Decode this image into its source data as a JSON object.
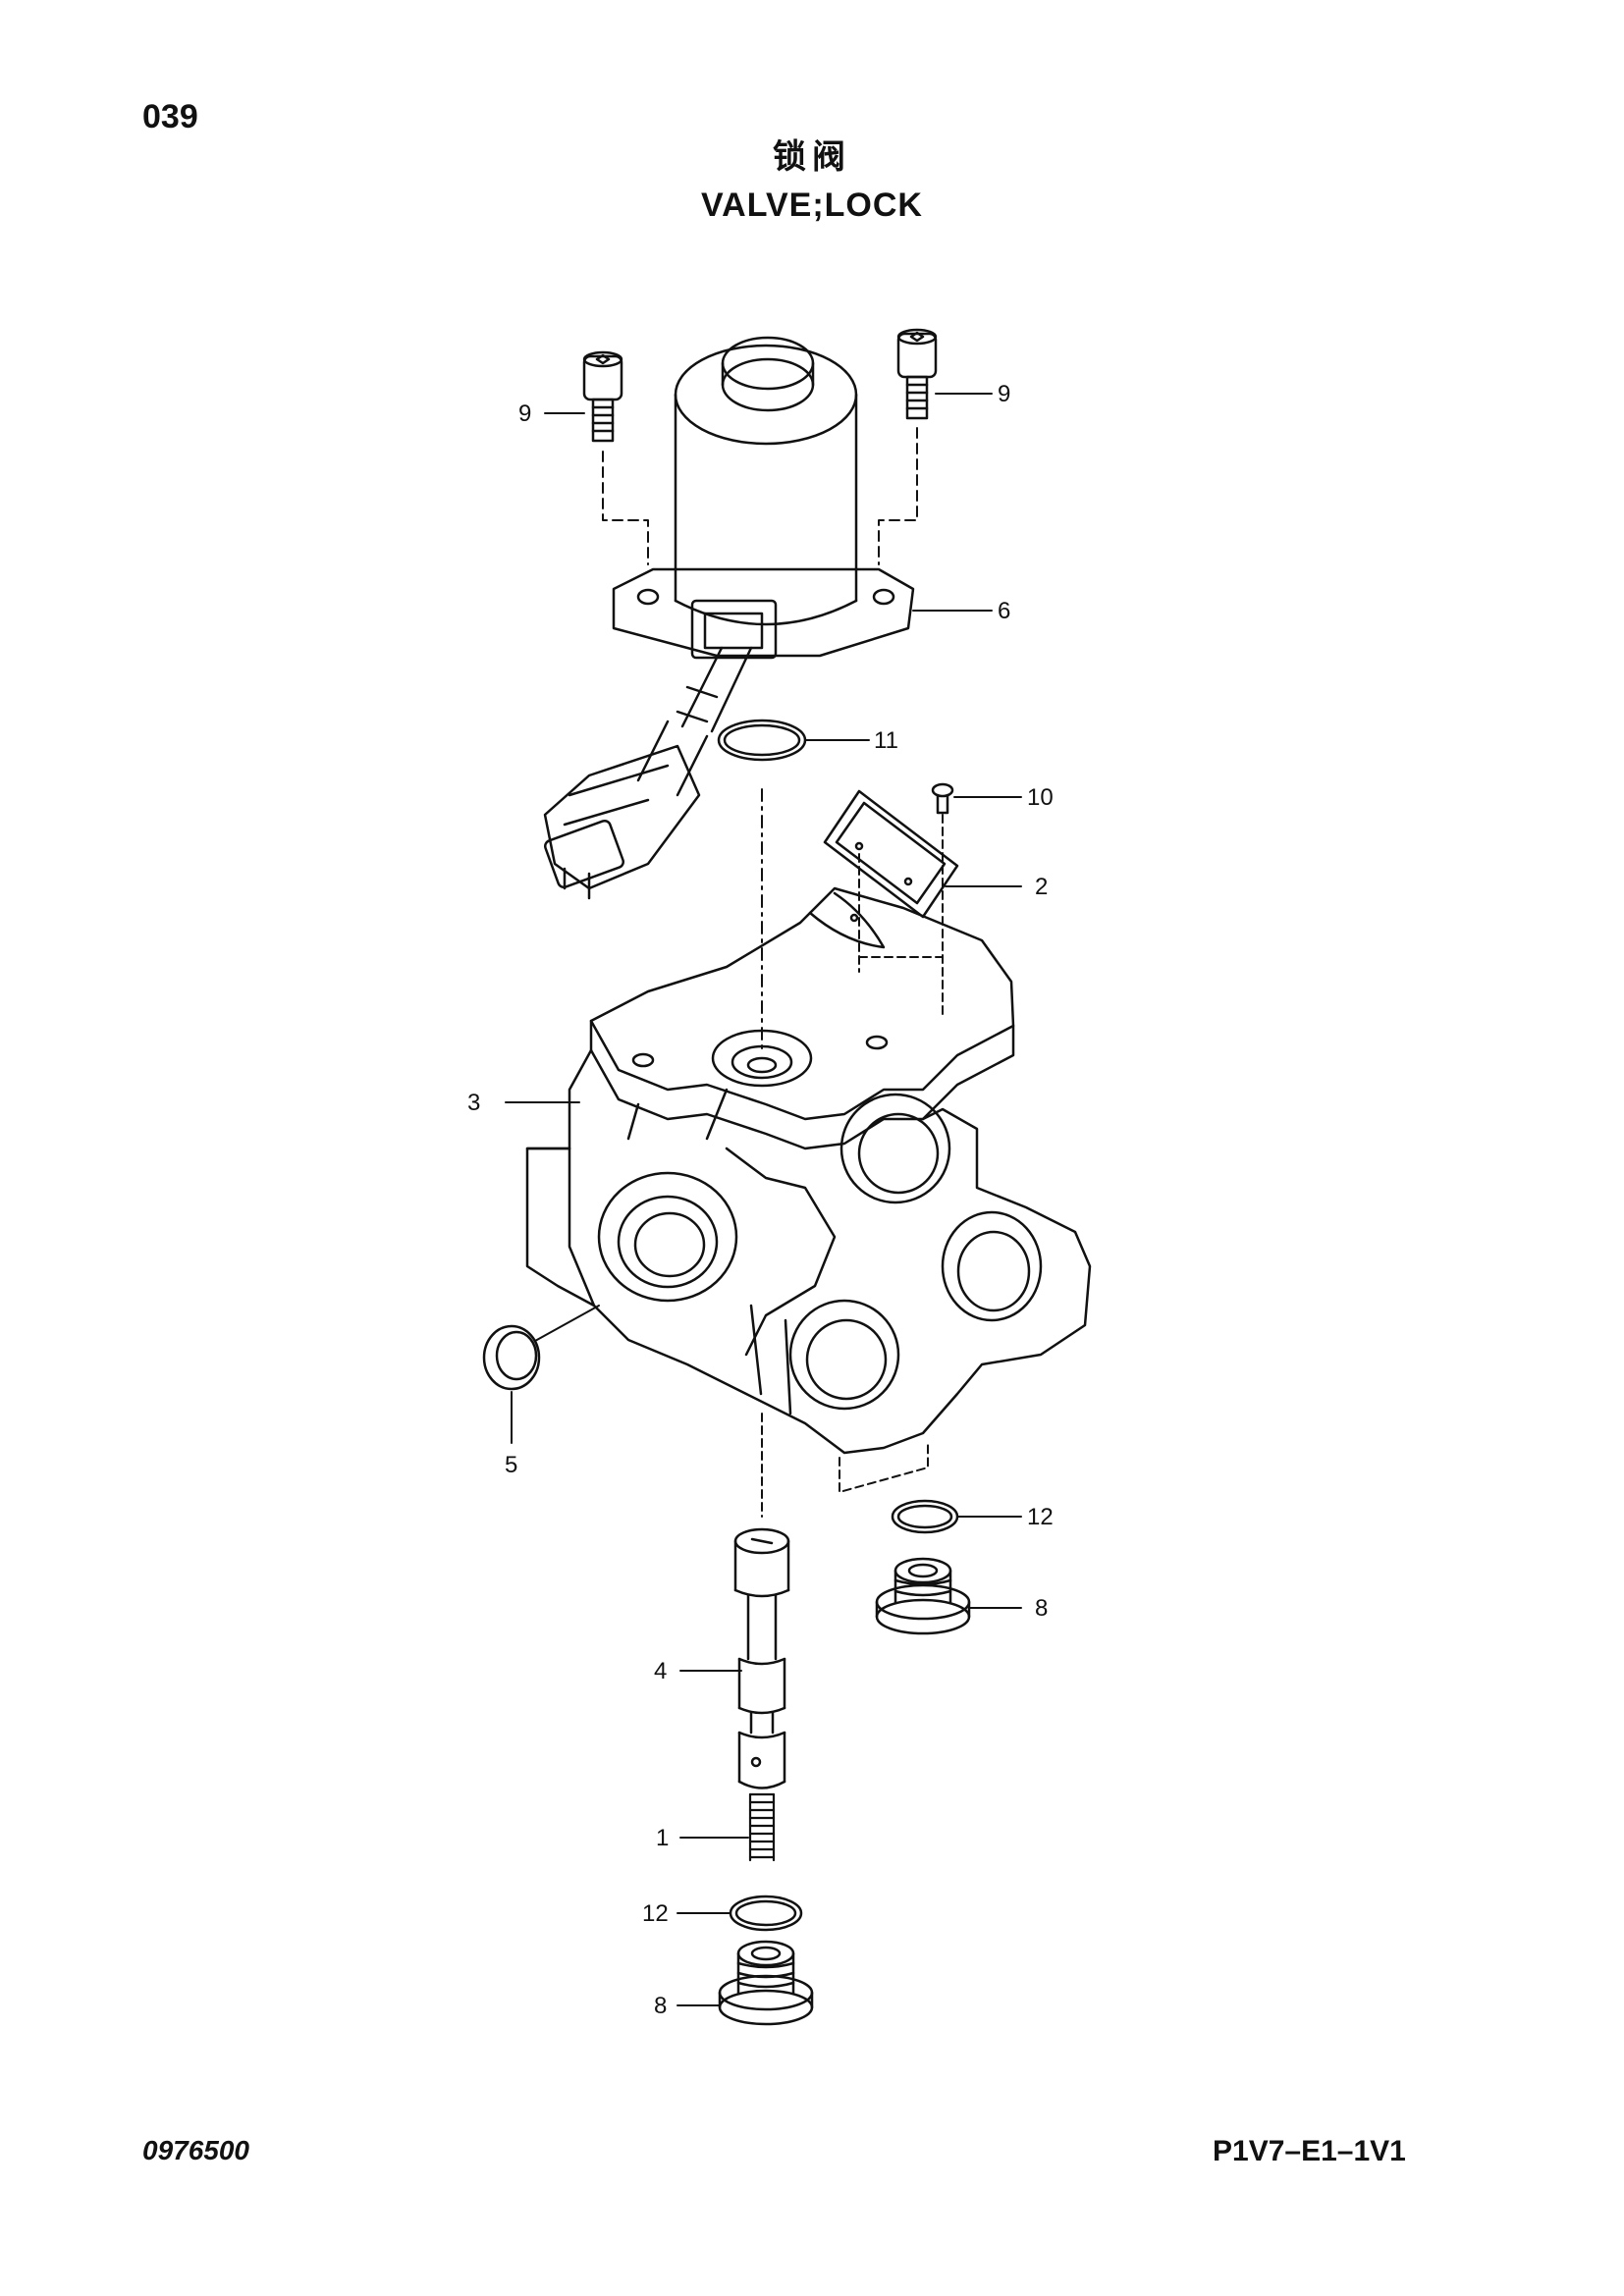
{
  "page_number": "039",
  "title_cn": "锁阀",
  "title_en": "VALVE;LOCK",
  "doc_code": "0976500",
  "page_code": "P1V7–E1–1V1",
  "callouts": {
    "c9_left": "9",
    "c9_right": "9",
    "c6": "6",
    "c11": "11",
    "c10": "10",
    "c2": "2",
    "c3": "3",
    "c5": "5",
    "c12_upper": "12",
    "c8_upper": "8",
    "c4": "4",
    "c1": "1",
    "c12_lower": "12",
    "c8_lower": "8"
  }
}
